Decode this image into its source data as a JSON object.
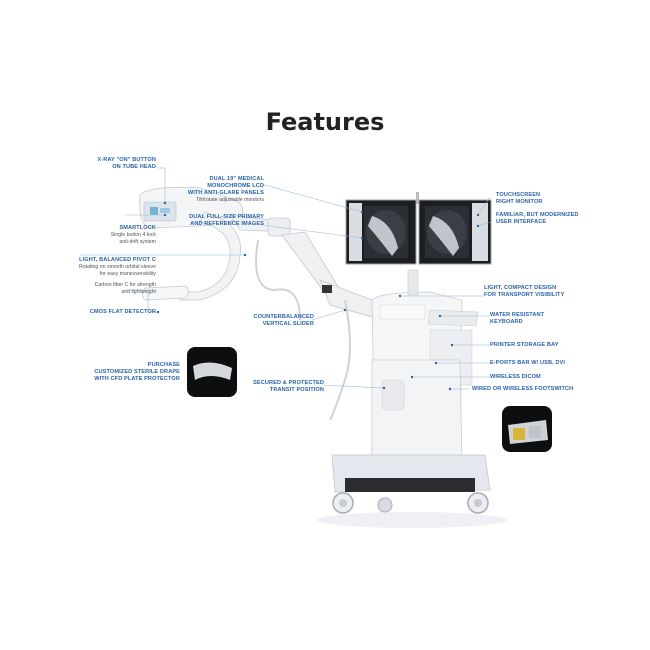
{
  "title": "Features",
  "labels": {
    "xray_button": [
      "X-RAY \"ON\" BUTTON",
      "ON TUBE HEAD"
    ],
    "smartlock": [
      "SMARTLOCK"
    ],
    "smartlock_sub": [
      "Single button 4 lock",
      "anti-drift system"
    ],
    "pivot_c": [
      "LIGHT, BALANCED PIVOT C"
    ],
    "pivot_c_sub": [
      "Rotating on smooth orbital sleeve",
      "for easy maneuverability"
    ],
    "carbon": [
      "Carbon fiber C for strength",
      "and lightweight"
    ],
    "cmos": [
      "CMOS FLAT DETECTOR"
    ],
    "purchase": [
      "PURCHASE",
      "CUSTOMIZED STERILE DRAPE",
      "WITH CFD PLATE PROTECTOR"
    ],
    "dual_lcd": [
      "DUAL 19\" MEDICAL",
      "MONOCHROME LCD",
      "WITH ANTI-GLARE PANELS"
    ],
    "dual_lcd_sub": [
      "Tilt/rotate adjustable monitors"
    ],
    "dual_full": [
      "DUAL FULL-SIZE PRIMARY",
      "AND REFERENCE IMAGES"
    ],
    "counterbalanced": [
      "COUNTERBALANCED",
      "VERTICAL SLIDER"
    ],
    "secured": [
      "SECURED & PROTECTED",
      "TRANSIT POSITION"
    ],
    "touchscreen": [
      "TOUCHSCREEN",
      "RIGHT MONITOR"
    ],
    "familiar": [
      "FAMILIAR, BUT MODERNIZED",
      "USER INTERFACE"
    ],
    "compact": [
      "LIGHT, COMPACT DESIGN",
      "FOR TRANSPORT VISIBILITY"
    ],
    "keyboard": [
      "WATER RESISTANT",
      "KEYBOARD"
    ],
    "printer": [
      "PRINTER STORAGE BAY"
    ],
    "eports": [
      "E-PORTS BAR W/ USB, DVI"
    ],
    "wireless_dicom": [
      "WIRELESS DICOM"
    ],
    "footswitch": [
      "WIRED OR WIRELESS FOOTSWITCH"
    ]
  },
  "colors": {
    "accent": "#2a63a8",
    "title": "#222222"
  }
}
